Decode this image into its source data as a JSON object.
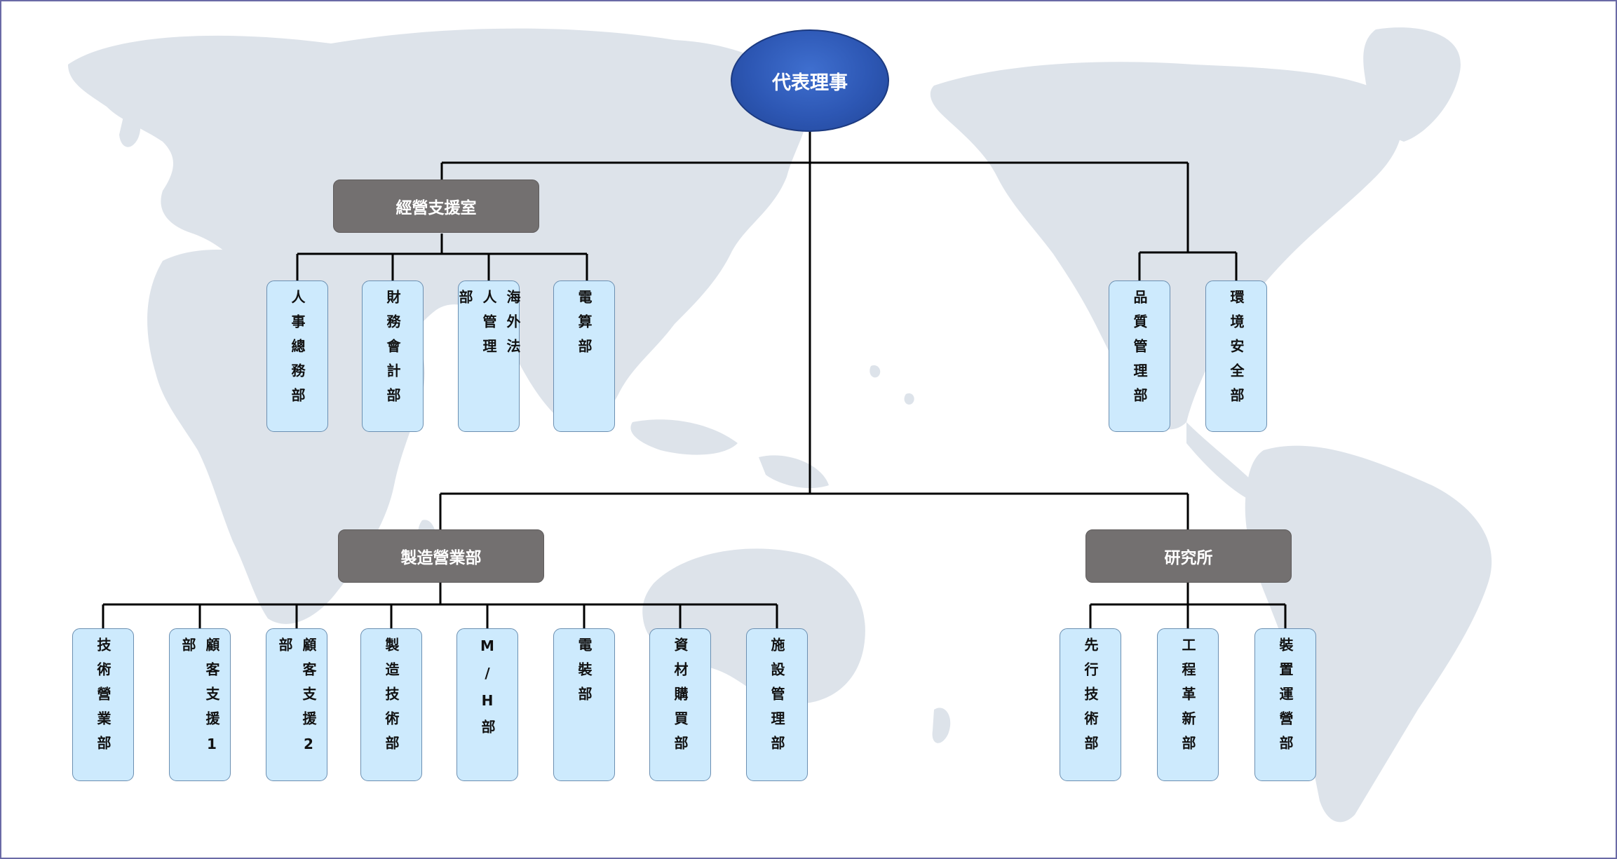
{
  "colors": {
    "root_fill": "#2d57b4",
    "manager_fill": "#737070",
    "leaf_fill": "#cdeafd",
    "leaf_border": "#6b8fb1",
    "connector": "#000000",
    "map": "#dde3ea",
    "frame": "#6a6aa6"
  },
  "org": {
    "root": "代表理事",
    "management_support": {
      "label": "經營支援室",
      "children": [
        "人事總務部",
        "財務會計部",
        "海外法人管理部",
        "電算部"
      ]
    },
    "quality_safety": {
      "children": [
        "品質管理部",
        "環境安全部"
      ]
    },
    "manufacturing_sales": {
      "label": "製造營業部",
      "children": [
        "技術營業部",
        "顧客支援1部",
        "顧客支援2部",
        "製造技術部",
        "M/H部",
        "電裝部",
        "資材購買部",
        "施設管理部"
      ]
    },
    "research": {
      "label": "研究所",
      "children": [
        "先行技術部",
        "工程革新部",
        "裝置運營部"
      ]
    }
  }
}
